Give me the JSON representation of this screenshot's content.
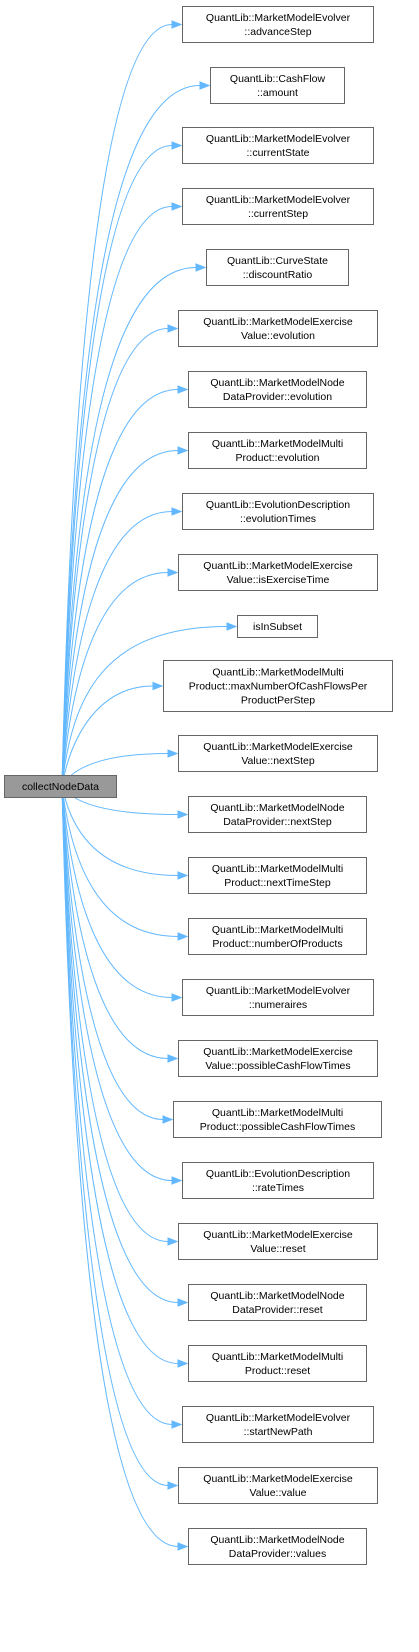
{
  "graph": {
    "root": {
      "label": "collectNodeData"
    },
    "callees": [
      {
        "lines": [
          "QuantLib::MarketModelEvolver",
          "::advanceStep"
        ]
      },
      {
        "lines": [
          "QuantLib::CashFlow",
          "::amount"
        ]
      },
      {
        "lines": [
          "QuantLib::MarketModelEvolver",
          "::currentState"
        ]
      },
      {
        "lines": [
          "QuantLib::MarketModelEvolver",
          "::currentStep"
        ]
      },
      {
        "lines": [
          "QuantLib::CurveState",
          "::discountRatio"
        ]
      },
      {
        "lines": [
          "QuantLib::MarketModelExercise",
          "Value::evolution"
        ]
      },
      {
        "lines": [
          "QuantLib::MarketModelNode",
          "DataProvider::evolution"
        ]
      },
      {
        "lines": [
          "QuantLib::MarketModelMulti",
          "Product::evolution"
        ]
      },
      {
        "lines": [
          "QuantLib::EvolutionDescription",
          "::evolutionTimes"
        ]
      },
      {
        "lines": [
          "QuantLib::MarketModelExercise",
          "Value::isExerciseTime"
        ]
      },
      {
        "lines": [
          "isInSubset"
        ]
      },
      {
        "lines": [
          "QuantLib::MarketModelMulti",
          "Product::maxNumberOfCashFlowsPer",
          "ProductPerStep"
        ]
      },
      {
        "lines": [
          "QuantLib::MarketModelExercise",
          "Value::nextStep"
        ]
      },
      {
        "lines": [
          "QuantLib::MarketModelNode",
          "DataProvider::nextStep"
        ]
      },
      {
        "lines": [
          "QuantLib::MarketModelMulti",
          "Product::nextTimeStep"
        ]
      },
      {
        "lines": [
          "QuantLib::MarketModelMulti",
          "Product::numberOfProducts"
        ]
      },
      {
        "lines": [
          "QuantLib::MarketModelEvolver",
          "::numeraires"
        ]
      },
      {
        "lines": [
          "QuantLib::MarketModelExercise",
          "Value::possibleCashFlowTimes"
        ]
      },
      {
        "lines": [
          "QuantLib::MarketModelMulti",
          "Product::possibleCashFlowTimes"
        ]
      },
      {
        "lines": [
          "QuantLib::EvolutionDescription",
          "::rateTimes"
        ]
      },
      {
        "lines": [
          "QuantLib::MarketModelExercise",
          "Value::reset"
        ]
      },
      {
        "lines": [
          "QuantLib::MarketModelNode",
          "DataProvider::reset"
        ]
      },
      {
        "lines": [
          "QuantLib::MarketModelMulti",
          "Product::reset"
        ]
      },
      {
        "lines": [
          "QuantLib::MarketModelEvolver",
          "::startNewPath"
        ]
      },
      {
        "lines": [
          "QuantLib::MarketModelExercise",
          "Value::value"
        ]
      },
      {
        "lines": [
          "QuantLib::MarketModelNode",
          "DataProvider::values"
        ]
      }
    ]
  },
  "colors": {
    "edge": "#63b8ff",
    "node_border": "#666666",
    "root_fill": "#999999",
    "node_fill": "#ffffff"
  }
}
